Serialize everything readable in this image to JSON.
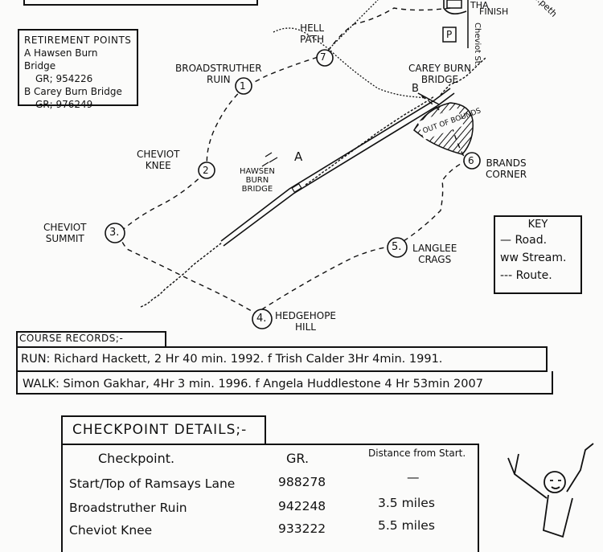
{
  "top_labels": {
    "tha": "THA",
    "finish": "FINISH",
    "cheviot_st": "Cheviot St.",
    "parking": "P",
    "wooler": "...peth"
  },
  "retirement": {
    "title": "RETIREMENT POINTS",
    "lines": [
      "A Hawsen Burn Bridge",
      "GR; 954226",
      "B Carey Burn Bridge",
      "GR; 976249"
    ]
  },
  "places": {
    "hell_path": "HELL\nPATH",
    "broadstruther": "BROADSTRUTHER\nRUIN",
    "carey_burn": "CAREY BURN\nBRIDGE",
    "out_of_bounds": "OUT OF BOUNDS",
    "cheviot_knee": "CHEVIOT\nKNEE",
    "hawsen_burn": "HAWSEN\nBURN\nBRIDGE",
    "point_a": "A",
    "point_b": "B",
    "brands_corner": "BRANDS\nCORNER",
    "cheviot_summit": "CHEVIOT\nSUMMIT",
    "langlee_crags": "LANGLEE\nCRAGS",
    "hedgehope_hill": "HEDGEHOPE\nHILL"
  },
  "checkpoint_markers": [
    "1",
    "2",
    "3.",
    "4.",
    "5.",
    "6",
    "7"
  ],
  "key": {
    "title": "KEY",
    "road": "— Road.",
    "stream": "ww Stream.",
    "route": "--- Route."
  },
  "course_records": {
    "title": "COURSE RECORDS;-",
    "run": "RUN: Richard Hackett, 2 Hr 40 min. 1992. f Trish Calder 3Hr 4min. 1991.",
    "walk": "WALK: Simon Gakhar, 4Hr 3 min. 1996. f Angela Huddlestone 4 Hr 53min 2007"
  },
  "checkpoint_details": {
    "title": "CHECKPOINT DETAILS;-",
    "headers": [
      "Checkpoint.",
      "GR.",
      "Distance from Start."
    ],
    "rows": [
      {
        "name": "Start/Top of Ramsays Lane",
        "gr": "988278",
        "dist": "—"
      },
      {
        "name": "Broadstruther Ruin",
        "gr": "942248",
        "dist": "3.5 miles"
      },
      {
        "name": "Cheviot Knee",
        "gr": "933222",
        "dist": "5.5 miles"
      }
    ]
  }
}
